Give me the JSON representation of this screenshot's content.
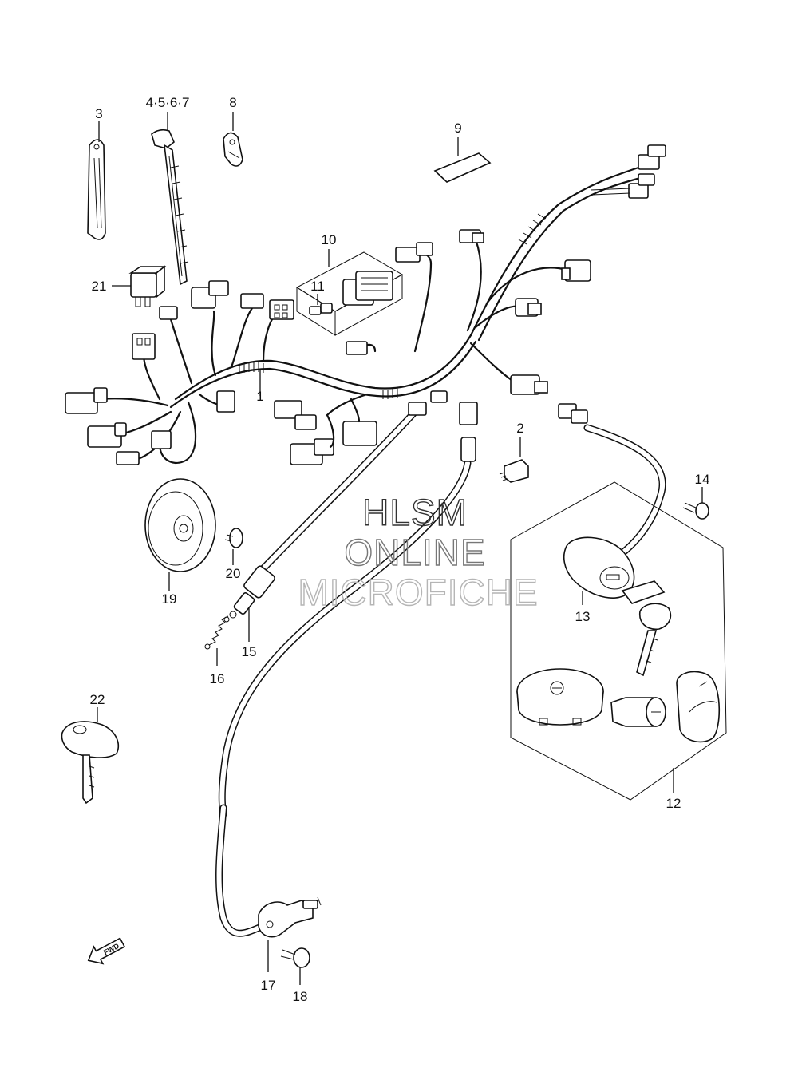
{
  "callouts": {
    "c1": "1",
    "c2": "2",
    "c3": "3",
    "c4567": "4·5·6·7",
    "c8": "8",
    "c9": "9",
    "c10": "10",
    "c11": "11",
    "c12": "12",
    "c13": "13",
    "c14": "14",
    "c15": "15",
    "c16": "16",
    "c17": "17",
    "c18": "18",
    "c19": "19",
    "c20": "20",
    "c21": "21",
    "c22": "22"
  },
  "watermark": {
    "line1": "HLSM",
    "line2": "ONLINE",
    "line3": "MICROFICHE"
  },
  "direction_arrow": {
    "label": "FWD"
  },
  "colors": {
    "ink": "#111111",
    "watermark_dark": "#333333",
    "watermark_mid": "#777777",
    "watermark_light": "#b5b5b5"
  }
}
